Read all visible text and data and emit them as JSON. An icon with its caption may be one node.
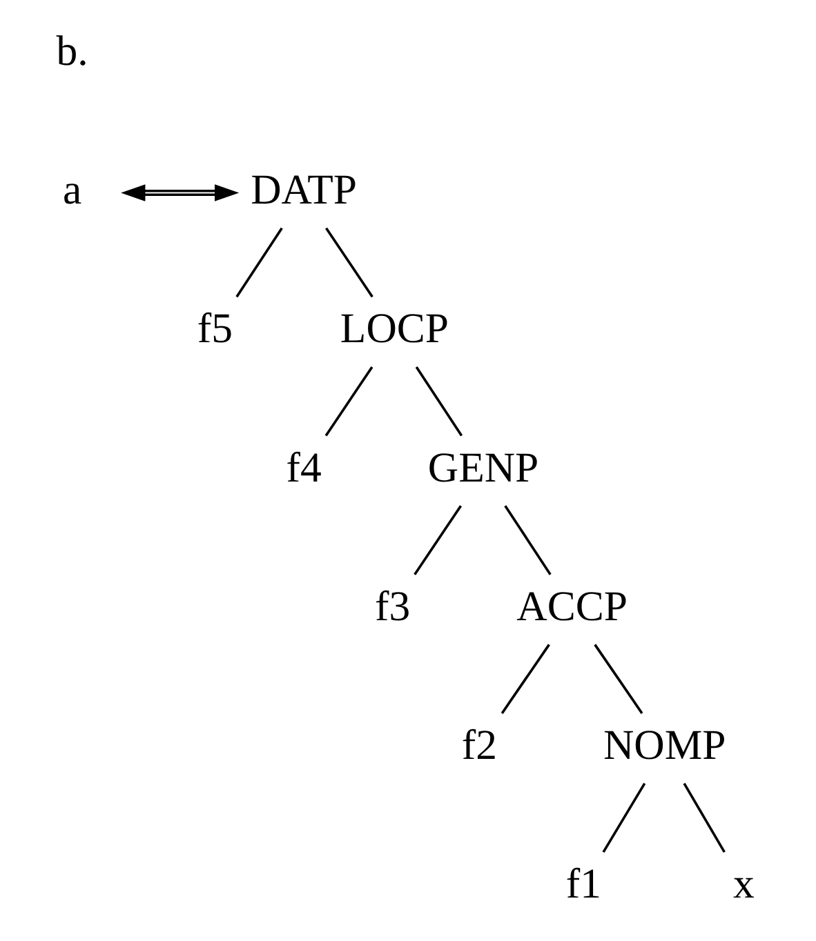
{
  "diagram": {
    "nodes": [
      {
        "text": [
          "a"
        ]
      },
      {
        "text": [
          "DATP"
        ]
      },
      {
        "text": [
          "f5"
        ]
      },
      {
        "text": [
          "LOCP"
        ]
      },
      {
        "text": [
          "f4"
        ]
      },
      {
        "text": [
          "GENP"
        ]
      },
      {
        "text": [
          "f3"
        ]
      },
      {
        "text": [
          "ACCP"
        ]
      },
      {
        "text": [
          "f2"
        ]
      },
      {
        "text": [
          "NOMP"
        ]
      },
      {
        "text": [
          "f1"
        ]
      },
      {
        "text": [
          "x"
        ]
      }
    ],
    "edges": [
      {
        "from": 0,
        "to": 1,
        "arrow": "both"
      },
      {
        "from": 1,
        "to": 2,
        "arrow": "none"
      },
      {
        "from": 1,
        "to": 3,
        "arrow": "none"
      },
      {
        "from": 3,
        "to": 4,
        "arrow": "none"
      },
      {
        "from": 3,
        "to": 5,
        "arrow": "none"
      },
      {
        "from": 5,
        "to": 6,
        "arrow": "none"
      },
      {
        "from": 5,
        "to": 7,
        "arrow": "none"
      },
      {
        "from": 7,
        "to": 8,
        "arrow": "none"
      },
      {
        "from": 7,
        "to": 9,
        "arrow": "none"
      },
      {
        "from": 9,
        "to": 10,
        "arrow": "none"
      },
      {
        "from": 9,
        "to": 11,
        "arrow": "none"
      }
    ],
    "labels": [
      "b."
    ]
  }
}
